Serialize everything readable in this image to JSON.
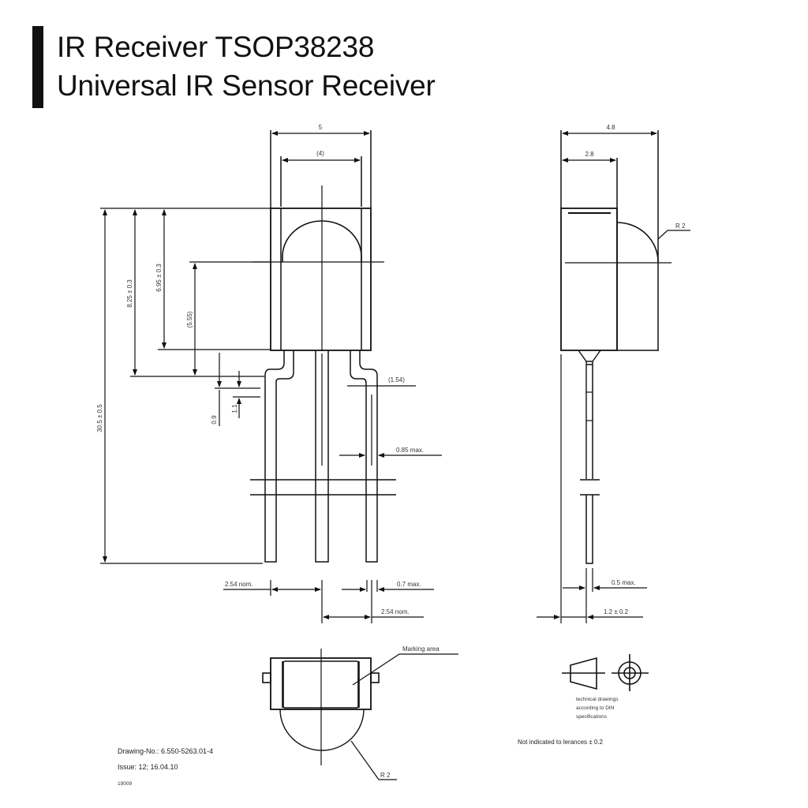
{
  "header": {
    "title_line1": "IR Receiver TSOP38238",
    "title_line2": "Universal IR Sensor Receiver"
  },
  "front_view": {
    "width_label": "5",
    "inner_width_label": "(4)",
    "height_825": "8.25 ± 0.3",
    "height_695": "6.95 ± 0.3",
    "height_555": "(5.55)",
    "total_height": "30.5 ± 0.5",
    "dim_09": "0.9",
    "dim_11": "1.1",
    "dim_154": "(1.54)",
    "dim_085": "0.85 max.",
    "pitch_left": "2.54 nom.",
    "pitch_right": "2.54 nom.",
    "lead_width": "0.7 max."
  },
  "side_view": {
    "width_label": "4.8",
    "inner_width_label": "2.8",
    "radius_label": "R 2",
    "lead_thickness": "0.5 max.",
    "offset_label": "1.2 ± 0.2"
  },
  "bottom_view": {
    "marking_label": "Marking area",
    "radius_label": "R 2"
  },
  "projection_note": {
    "line1": "technical drawings",
    "line2": "according to DIN",
    "line3": "specifications"
  },
  "tolerance_note": "Not indicated to lerances ± 0.2",
  "drawing_info": {
    "drawing_no": "Drawing-No.: 6.550-5263.01-4",
    "issue": "Issue: 12;   16.04.10",
    "code": "19009"
  }
}
